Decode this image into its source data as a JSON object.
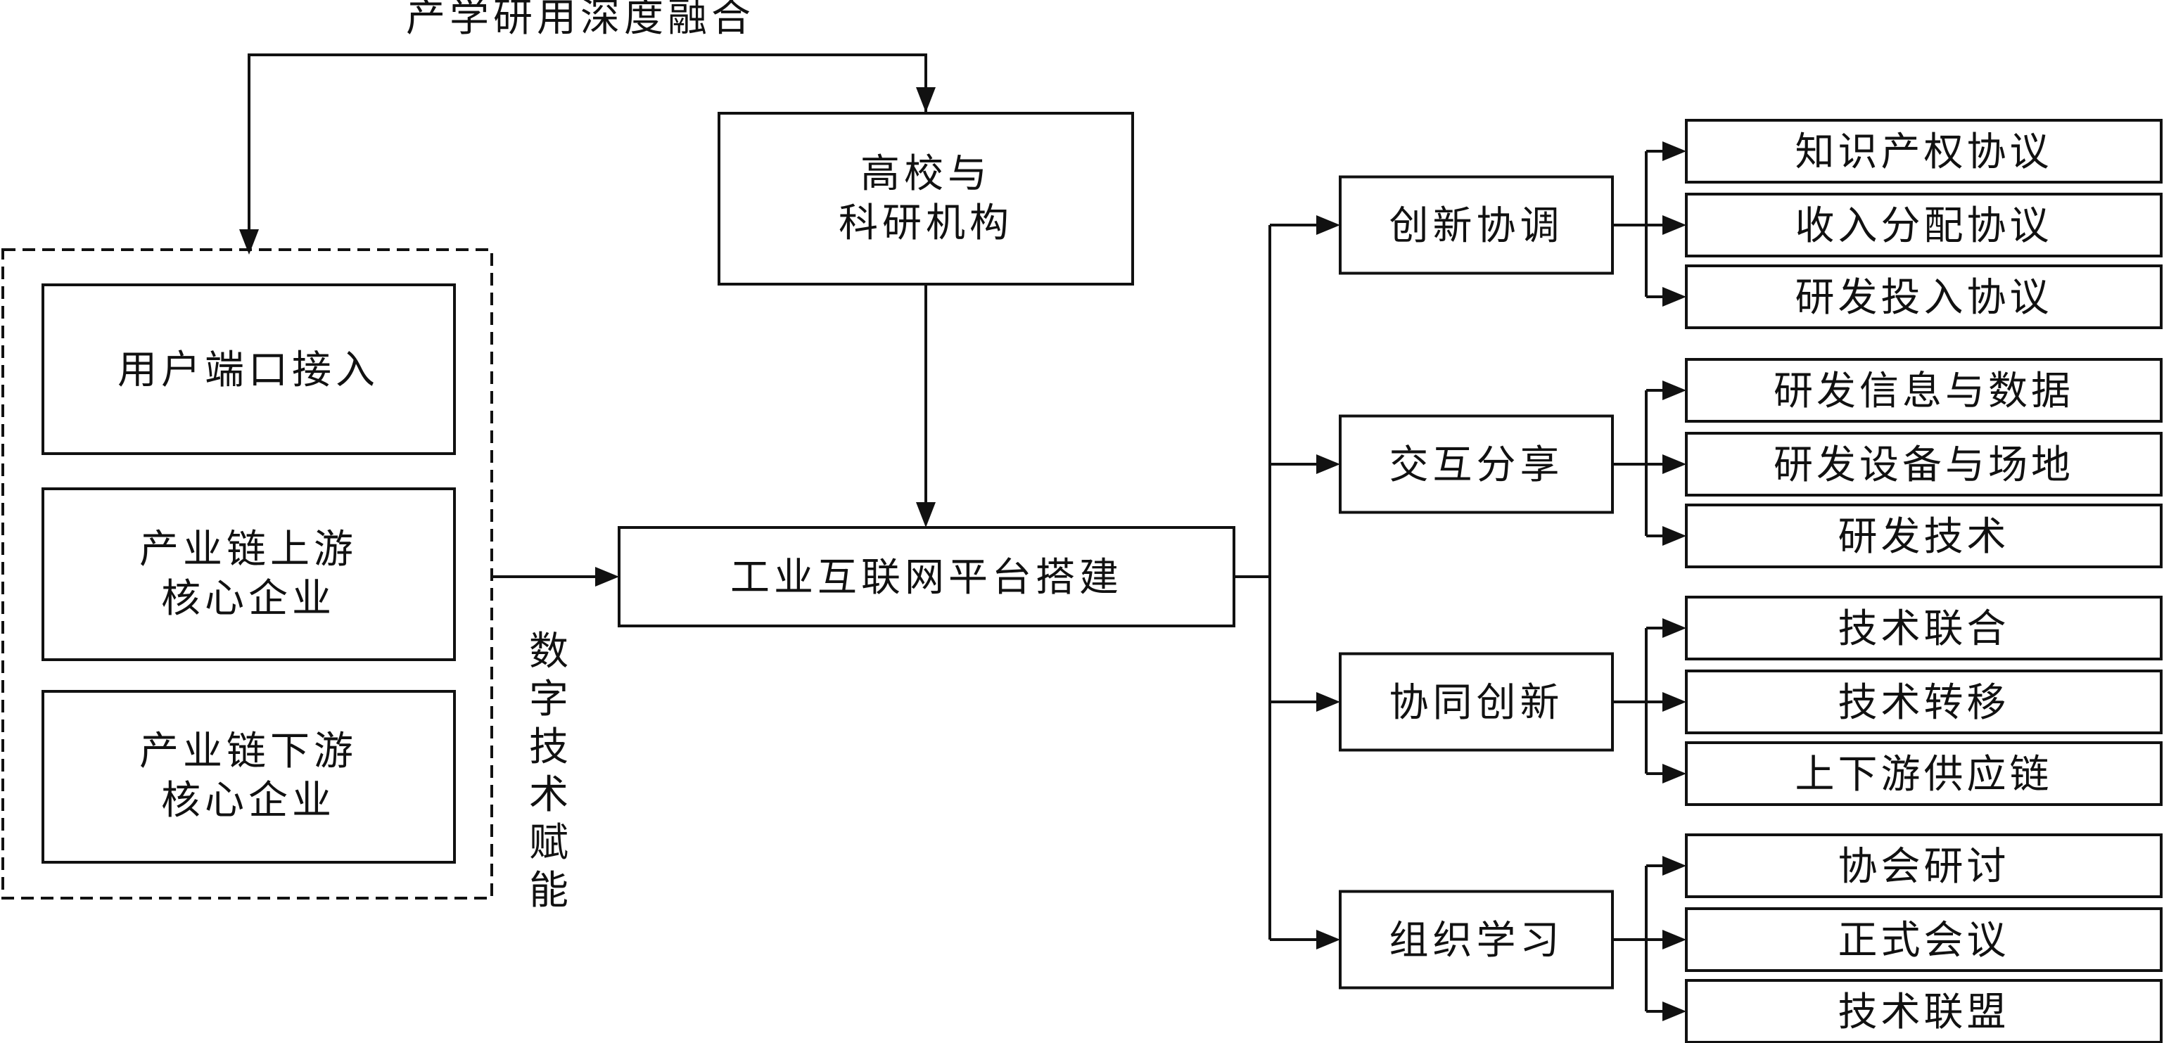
{
  "top_arrow_label": "产学研用深度融合",
  "university_box": [
    "高校与",
    "科研机构"
  ],
  "enterprise_group": {
    "user_access": "用户端口接入",
    "upstream": [
      "产业链上游",
      "核心企业"
    ],
    "downstream": [
      "产业链下游",
      "核心企业"
    ]
  },
  "digital_label": [
    "数",
    "字",
    "技",
    "术",
    "赋",
    "能"
  ],
  "platform": "工业互联网平台搭建",
  "branches": [
    {
      "label": "创新协调",
      "leaves": [
        "知识产权协议",
        "收入分配协议",
        "研发投入协议"
      ]
    },
    {
      "label": "交互分享",
      "leaves": [
        "研发信息与数据",
        "研发设备与场地",
        "研发技术"
      ]
    },
    {
      "label": "协同创新",
      "leaves": [
        "技术联合",
        "技术转移",
        "上下游供应链"
      ]
    },
    {
      "label": "组织学习",
      "leaves": [
        "协会研讨",
        "正式会议",
        "技术联盟"
      ]
    }
  ]
}
